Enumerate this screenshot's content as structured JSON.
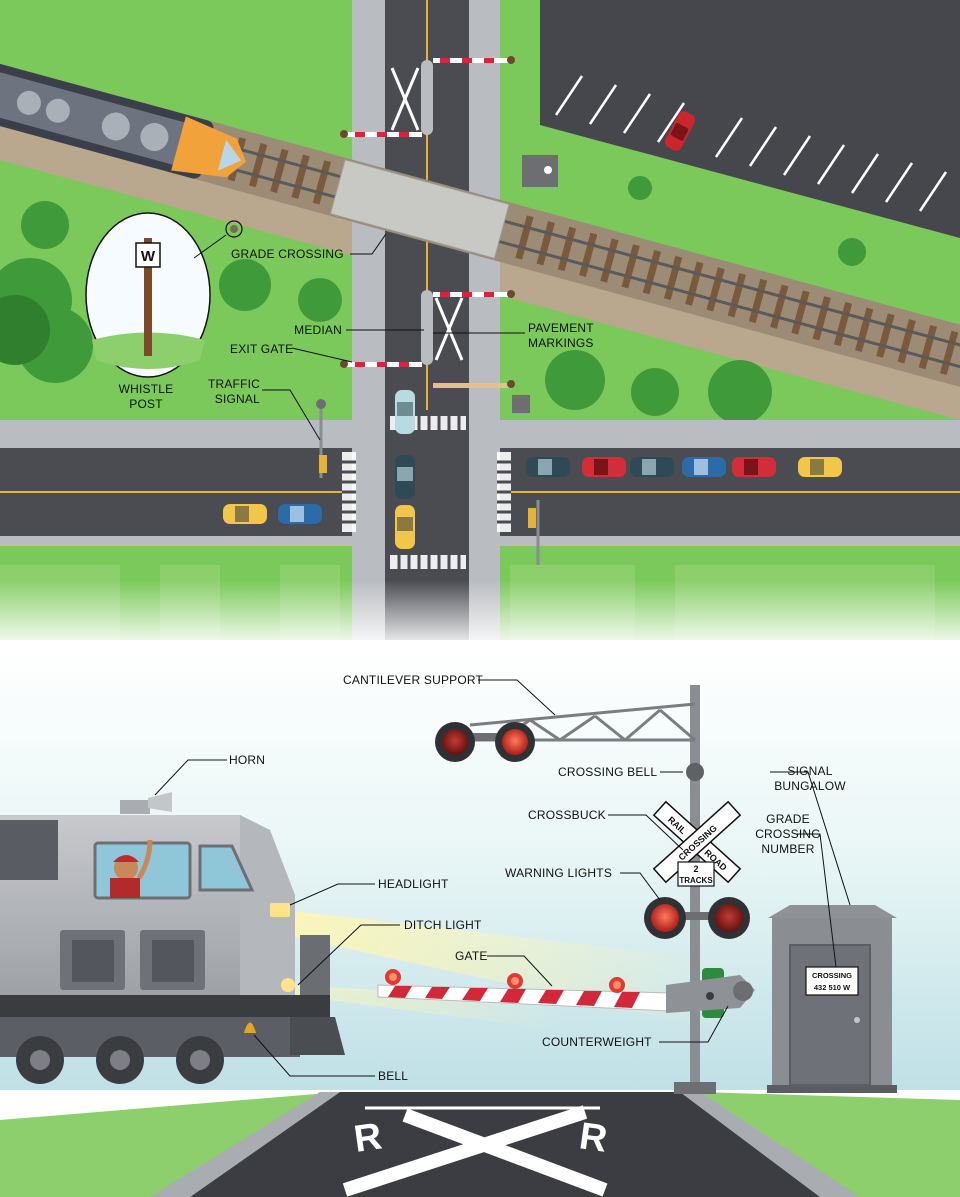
{
  "aerial_labels": {
    "grade_crossing": "GRADE CROSSING",
    "median": "MEDIAN",
    "exit_gate": "EXIT GATE",
    "pavement_markings_1": "PAVEMENT",
    "pavement_markings_2": "MARKINGS",
    "whistle_post_1": "WHISTLE",
    "whistle_post_2": "POST",
    "traffic_signal_1": "TRAFFIC",
    "traffic_signal_2": "SIGNAL"
  },
  "whistle_sign": "W",
  "street_labels": {
    "cantilever_support": "CANTILEVER SUPPORT",
    "horn": "HORN",
    "crossing_bell": "CROSSING BELL",
    "signal_bungalow_1": "SIGNAL",
    "signal_bungalow_2": "BUNGALOW",
    "crossbuck": "CROSSBUCK",
    "grade_crossing_number_1": "GRADE",
    "grade_crossing_number_2": "CROSSING",
    "grade_crossing_number_3": "NUMBER",
    "warning_lights": "WARNING LIGHTS",
    "headlight": "HEADLIGHT",
    "ditch_light": "DITCH LIGHT",
    "gate": "GATE",
    "counterweight": "COUNTERWEIGHT",
    "bell": "BELL"
  },
  "crossbuck_sign": {
    "rail": "RAIL",
    "road": "ROAD",
    "crossing": "CROSSING",
    "tracks_num": "2",
    "tracks": "TRACKS"
  },
  "bungalow_plate": {
    "line1": "CROSSING",
    "line2": "432 510 W"
  },
  "pavement_letters": {
    "left": "R",
    "right": "R"
  },
  "colors": {
    "grass": "#7bc95a",
    "asphalt": "#4a4c52",
    "concrete": "#b9bcc0",
    "gate_red": "#d1283a",
    "signal_red": "#e03a32",
    "locomotive_orange": "#f2a23a",
    "sky": "#d8eef2"
  }
}
